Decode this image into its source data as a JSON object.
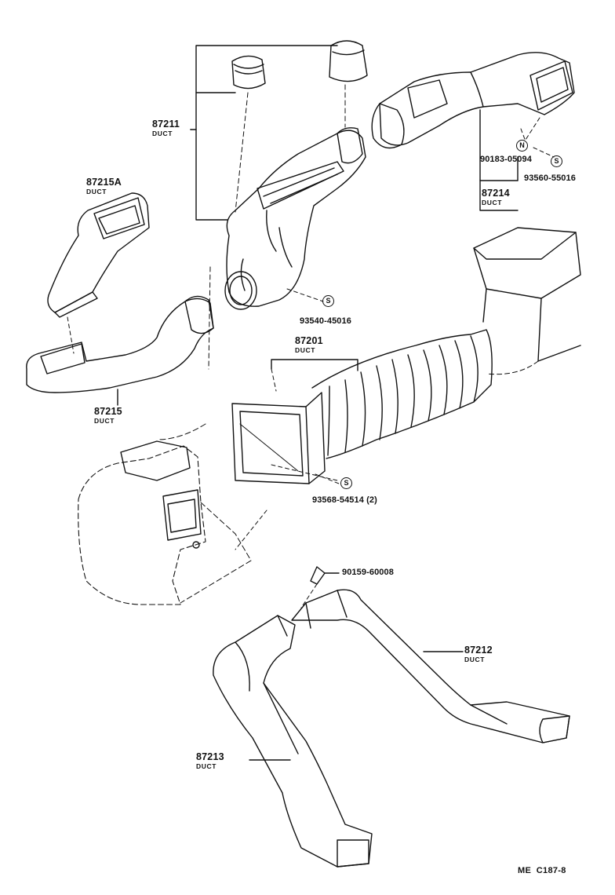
{
  "parts": {
    "p87211": {
      "number": "87211",
      "name": "DUCT"
    },
    "p87215A": {
      "number": "87215A",
      "name": "DUCT"
    },
    "p87214": {
      "number": "87214",
      "name": "DUCT"
    },
    "p87201": {
      "number": "87201",
      "name": "DUCT"
    },
    "p87215": {
      "number": "87215",
      "name": "DUCT"
    },
    "p87212": {
      "number": "87212",
      "name": "DUCT"
    },
    "p87213": {
      "number": "87213",
      "name": "DUCT"
    }
  },
  "fasteners": {
    "f90183": "90183-05094",
    "f93560": "93560-55016",
    "f93540": "93540-45016",
    "f93568": "93568-54514 (2)",
    "f90159": "90159-60008"
  },
  "symbols": {
    "n": "N",
    "s": "S"
  },
  "footer": {
    "ref": "ME  C187-8"
  }
}
